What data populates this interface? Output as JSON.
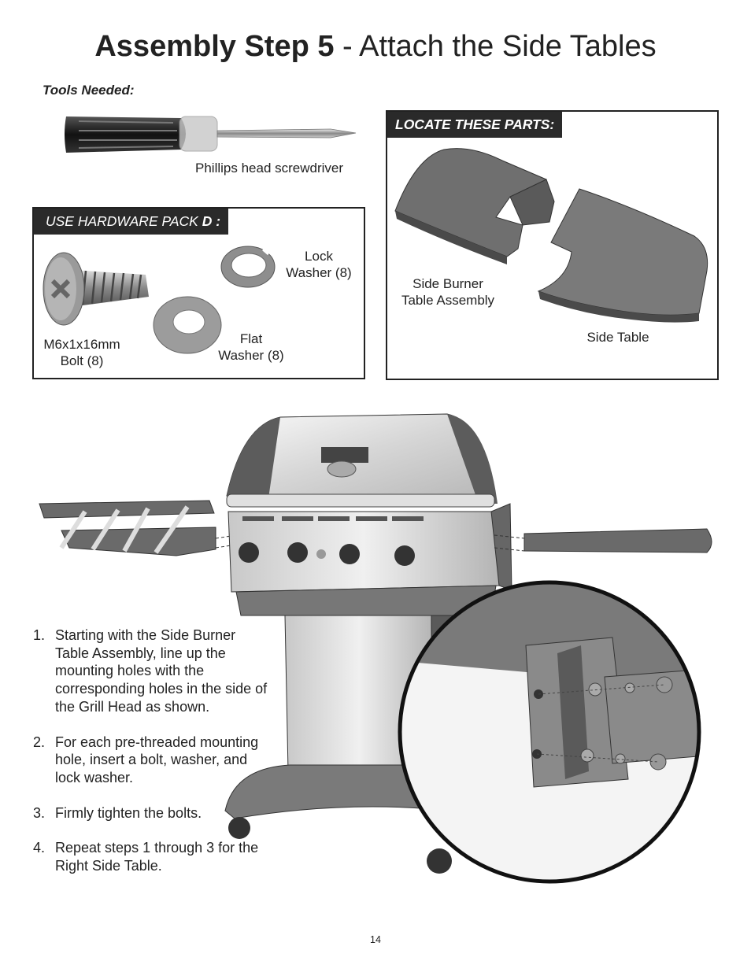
{
  "title": {
    "bold": "Assembly Step 5",
    "rest": " - Attach the Side Tables"
  },
  "tools": {
    "label": "Tools Needed:",
    "screwdriver_caption": "Phillips head screwdriver"
  },
  "hardware": {
    "header_prefix": "USE HARDWARE PACK ",
    "header_letter": "D :",
    "bolt_line1": "M6x1x16mm",
    "bolt_line2": "Bolt (8)",
    "flat_line1": "Flat",
    "flat_line2": "Washer (8)",
    "lock_line1": "Lock",
    "lock_line2": "Washer (8)"
  },
  "parts": {
    "header": "LOCATE THESE PARTS:",
    "burner_line1": "Side Burner",
    "burner_line2": "Table Assembly",
    "side_table": "Side Table"
  },
  "steps": [
    {
      "num": "1.",
      "text": "Starting with the Side Burner Table Assembly, line up the mounting holes with the corresponding holes in the side of the Grill Head as shown."
    },
    {
      "num": "2.",
      "text": "For each pre-threaded mounting hole, insert a bolt, washer, and lock washer."
    },
    {
      "num": "3.",
      "text": "Firmly tighten the bolts."
    },
    {
      "num": "4.",
      "text": "Repeat steps 1 through 3 for the Right Side Table."
    }
  ],
  "page_number": "14",
  "colors": {
    "ink": "#222222",
    "header_bg": "#2a2a2a",
    "part_gray": "#777777",
    "steel": "#d8d8d8"
  }
}
